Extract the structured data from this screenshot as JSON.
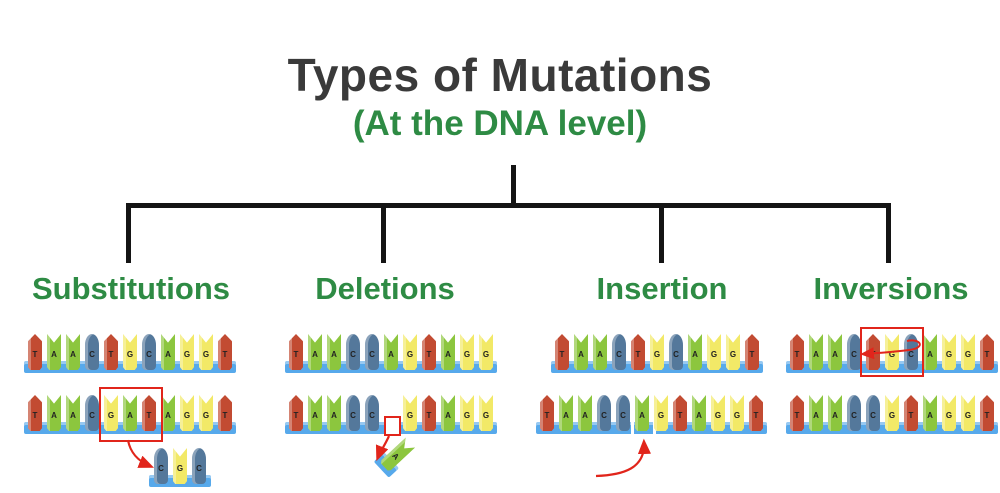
{
  "title": "Types of Mutations",
  "subtitle": "(At the DNA level)",
  "colors": {
    "heading": "#3a3a3a",
    "label_green": "#2e8b44",
    "tree_line": "#141414",
    "backbone_blue": "#57a9eb",
    "annotation_red": "#e1251b"
  },
  "base_colors": {
    "A": "#8cc63e",
    "T": "#c24b32",
    "G": "#f2e967",
    "C": "#54789b"
  },
  "sections": [
    {
      "id": "substitutions",
      "label": "Substitutions",
      "strand_original": [
        "T",
        "A",
        "A",
        "C",
        "T",
        "G",
        "C",
        "A",
        "G",
        "G",
        "T"
      ],
      "strand_mutated": [
        "T",
        "A",
        "A",
        "C",
        "G",
        "A",
        "T",
        "A",
        "G",
        "G",
        "T"
      ],
      "highlighted_bases": [
        "G",
        "A",
        "T"
      ],
      "replaced_fragment": [
        "C",
        "G",
        "C"
      ]
    },
    {
      "id": "deletions",
      "label": "Deletions",
      "strand_original": [
        "T",
        "A",
        "A",
        "C",
        "C",
        "A",
        "G",
        "T",
        "A",
        "G",
        "G"
      ],
      "strand_mutated": [
        "T",
        "A",
        "A",
        "C",
        "C",
        null,
        "G",
        "T",
        "A",
        "G",
        "G"
      ],
      "deleted_base": "A"
    },
    {
      "id": "insertion",
      "label": "Insertion",
      "strand_original": [
        "T",
        "A",
        "A",
        "C",
        "T",
        "G",
        "C",
        "A",
        "G",
        "G",
        "T"
      ],
      "strand_mutated": [
        "T",
        "A",
        "A",
        "C",
        "C",
        "A",
        "G",
        "T",
        "A",
        "G",
        "G",
        "T"
      ],
      "inserted_base": "A"
    },
    {
      "id": "inversions",
      "label": "Inversions",
      "strand_original": [
        "T",
        "A",
        "A",
        "C",
        "T",
        "G",
        "C",
        "A",
        "G",
        "G",
        "T"
      ],
      "strand_mutated": [
        "T",
        "A",
        "A",
        "C",
        "C",
        "G",
        "T",
        "A",
        "G",
        "G",
        "T"
      ],
      "highlighted_bases": [
        "T",
        "G",
        "C"
      ]
    }
  ]
}
